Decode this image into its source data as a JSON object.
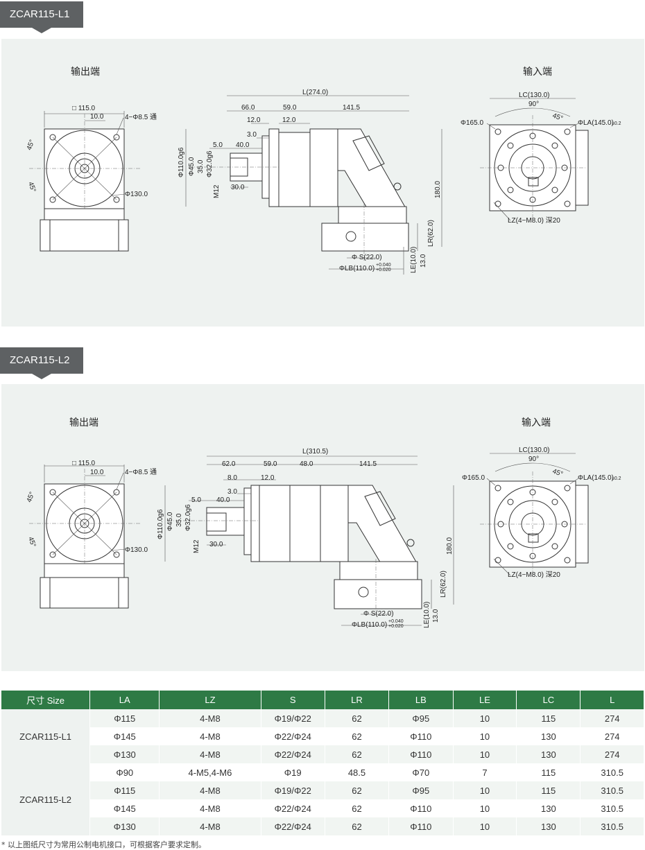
{
  "sections": [
    {
      "title": "ZCAR115-L1",
      "output_label": "输出端",
      "input_label": "输入端",
      "dims": {
        "sq": "□ 115.0",
        "ten": "10.0",
        "holes": "4−Φ8.5 通",
        "a45a": "45°",
        "a45b": "45°",
        "p130": "Φ130.0",
        "L": "L(274.0)",
        "d1": "66.0",
        "d2": "59.0",
        "d3": "141.5",
        "d4": "12.0",
        "d5": "12.0",
        "d6": "3.0",
        "d7": "5.0",
        "d8": "40.0",
        "d9": "30.0",
        "p110": "Φ110.0g6",
        "p45": "Φ45.0",
        "d35": "35.0",
        "p32": "Φ32.0g6",
        "m12": "M12",
        "h180": "180.0",
        "lr": "LR(62.0)",
        "s": "Φ S(22.0)",
        "lb": "ΦLB(110.0)",
        "tolp": "+0.040",
        "tolm": "+0.020",
        "le": "LE(10.0)",
        "d13": "13.0",
        "lc": "LC(130.0)",
        "a90": "90°",
        "a45c": "45°",
        "p165": "Φ165.0",
        "la": "ΦLA(145.0)",
        "tol2": "±0.2",
        "lz": "LZ(4−M8.0) 深20"
      }
    },
    {
      "title": "ZCAR115-L2",
      "output_label": "输出端",
      "input_label": "输入端",
      "dims": {
        "sq": "□ 115.0",
        "ten": "10.0",
        "holes": "4−Φ8.5 通",
        "a45a": "45°",
        "a45b": "45°",
        "p130": "Φ130.0",
        "L": "L(310.5)",
        "d1": "62.0",
        "d2": "59.0",
        "d2b": "48.0",
        "d3": "141.5",
        "d4": "8.0",
        "d5": "12.0",
        "d6": "3.0",
        "d7": "5.0",
        "d8": "40.0",
        "d9": "30.0",
        "p110": "Φ110.0g6",
        "p45": "Φ45.0",
        "d35": "35.0",
        "p32": "Φ32.0g6",
        "m12": "M12",
        "h180": "180.0",
        "lr": "LR(62.0)",
        "s": "Φ S(22.0)",
        "lb": "ΦLB(110.0)",
        "tolp": "+0.040",
        "tolm": "+0.020",
        "le": "LE(10.0)",
        "d13": "13.0",
        "lc": "LC(130.0)",
        "a90": "90°",
        "a45c": "45°",
        "p165": "Φ165.0",
        "la": "ΦLA(145.0)",
        "tol2": "±0.2",
        "lz": "LZ(4−M8.0) 深20"
      }
    }
  ],
  "table": {
    "headers": [
      "尺寸 Size",
      "LA",
      "LZ",
      "S",
      "LR",
      "LB",
      "LE",
      "LC",
      "L"
    ],
    "groups": [
      {
        "model": "ZCAR115-L1",
        "rows": [
          [
            "Φ115",
            "4-M8",
            "Φ19/Φ22",
            "62",
            "Φ95",
            "10",
            "115",
            "274"
          ],
          [
            "Φ145",
            "4-M8",
            "Φ22/Φ24",
            "62",
            "Φ110",
            "10",
            "130",
            "274"
          ],
          [
            "Φ130",
            "4-M8",
            "Φ22/Φ24",
            "62",
            "Φ110",
            "10",
            "130",
            "274"
          ]
        ]
      },
      {
        "model": "ZCAR115-L2",
        "rows": [
          [
            "Φ90",
            "4-M5,4-M6",
            "Φ19",
            "48.5",
            "Φ70",
            "7",
            "115",
            "310.5"
          ],
          [
            "Φ115",
            "4-M8",
            "Φ19/Φ22",
            "62",
            "Φ95",
            "10",
            "115",
            "310.5"
          ],
          [
            "Φ145",
            "4-M8",
            "Φ22/Φ24",
            "62",
            "Φ110",
            "10",
            "130",
            "310.5"
          ],
          [
            "Φ130",
            "4-M8",
            "Φ22/Φ24",
            "62",
            "Φ110",
            "10",
            "130",
            "310.5"
          ]
        ]
      }
    ]
  },
  "footnote": "* 以上图纸尺寸为常用公制电机接口，可根据客户要求定制。"
}
